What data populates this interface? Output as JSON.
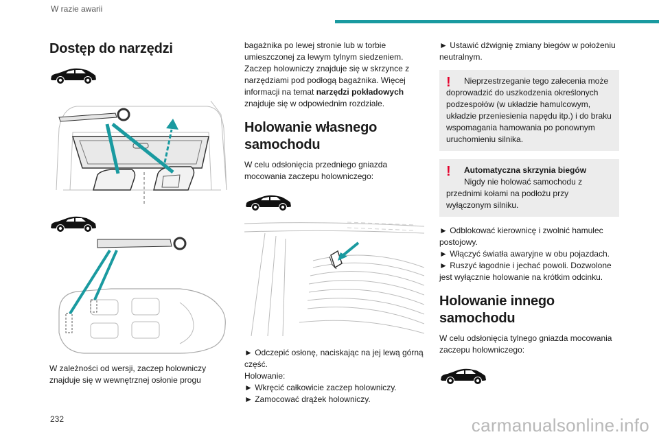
{
  "header": {
    "section": "W razie awarii"
  },
  "colors": {
    "accent": "#1a9aa0",
    "warning": "#e4002b"
  },
  "icons": {
    "vehicle": "suv-silhouette-icon",
    "warning": "exclamation-icon"
  },
  "col1": {
    "title": "Dostęp do narzędzi",
    "text": "W zależności od wersji, zaczep holowniczy znajduje się w wewnętrznej osłonie progu"
  },
  "col2": {
    "p1_a": "bagażnika po lewej stronie lub w torbie umieszczonej za lewym tylnym siedzeniem. Zaczep holowniczy znajduje się w skrzynce z narzędziami pod podłogą bagażnika. Więcej informacji na temat ",
    "p1_bold": "narzędzi pokładowych",
    "p1_b": " znajduje się w odpowiednim rozdziale.",
    "title": "Holowanie własnego samochodu",
    "intro": "W celu odsłonięcia przedniego gniazda mocowania zaczepu holowniczego:",
    "step1": "► Odczepić osłonę, naciskając na jej lewą górną część.",
    "towing_label": "Holowanie:",
    "step2": "► Wkręcić całkowicie zaczep holowniczy.",
    "step3": "► Zamocować drążek holowniczy."
  },
  "col3": {
    "step_neutral": "► Ustawić dźwignię zmiany biegów w położeniu neutralnym.",
    "warn1": "Nieprzestrzeganie tego zalecenia może doprowadzić do uszkodzenia określonych podzespołów (w układzie hamulcowym, układzie przeniesienia napędu itp.) i do braku wspomagania hamowania po ponownym uruchomieniu silnika.",
    "warn2_title": "Automatyczna skrzynia biegów",
    "warn2_text": "Nigdy nie holować samochodu z przednimi kołami na podłożu przy wyłączonym silniku.",
    "steps": "► Odblokować kierownicę i zwolnić hamulec postojowy.\n► Włączyć światła awaryjne w obu pojazdach.\n► Ruszyć łagodnie i jechać powoli. Dozwolone jest wyłącznie holowanie na krótkim odcinku.",
    "title": "Holowanie innego samochodu",
    "intro": "W celu odsłonięcia tylnego gniazda mocowania zaczepu holowniczego:"
  },
  "footer": {
    "page_number": "232",
    "watermark": "carmanualsonline.info"
  }
}
